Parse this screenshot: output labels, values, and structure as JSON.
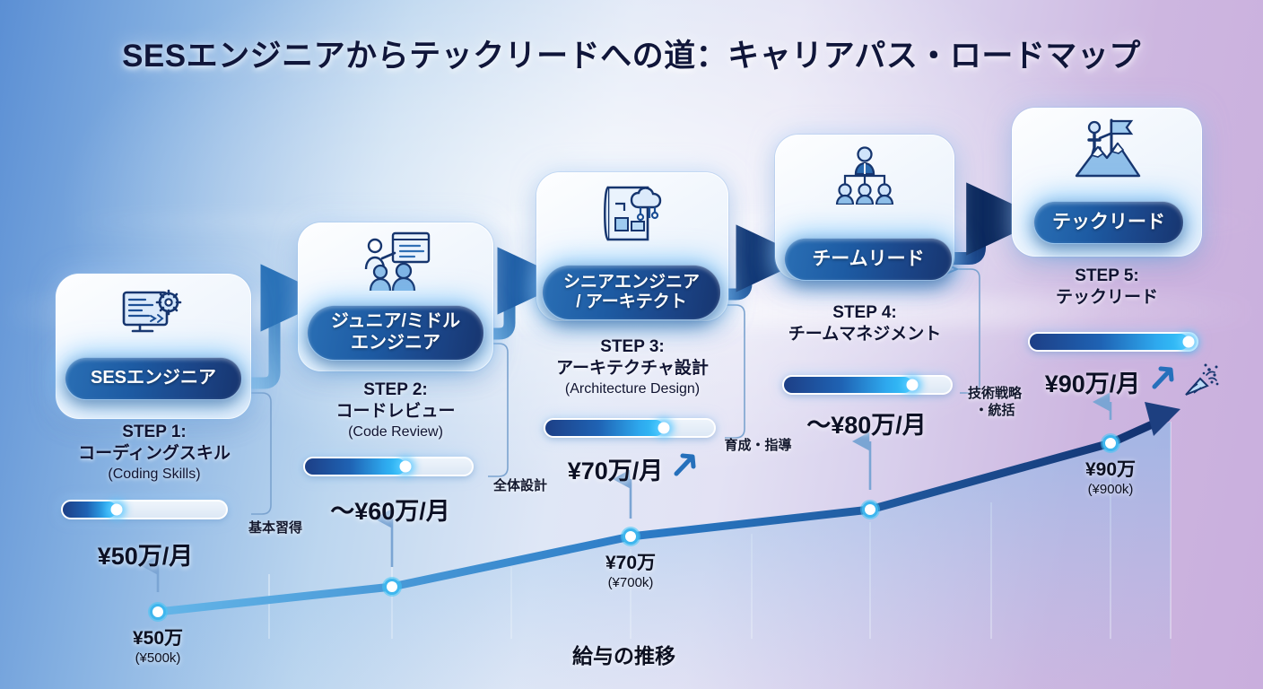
{
  "title": "SESエンジニアからテックリードへの道：キャリアパス・ロードマップ",
  "steps": [
    {
      "icon": "monitor-gear-icon",
      "pill": "SESエンジニア",
      "step_no": "STEP 1:",
      "name_ja": "コーディングスキル",
      "name_en": "(Coding Skills)",
      "progress": 33,
      "salary": "¥50万/月",
      "connector_note": "基本習得"
    },
    {
      "icon": "presentation-people-icon",
      "pill": "ジュニア/ミドル\nエンジニア",
      "step_no": "STEP 2:",
      "name_ja": "コードレビュー",
      "name_en": "(Code Review)",
      "progress": 60,
      "salary": "〜¥60万/月",
      "connector_note": "全体設計"
    },
    {
      "icon": "blueprint-cloud-icon",
      "pill": "シニアエンジニア\n/ アーキテクト",
      "step_no": "STEP 3:",
      "name_ja": "アーキテクチャ設計",
      "name_en": "(Architecture Design)",
      "progress": 70,
      "salary": "¥70万/月",
      "connector_note": "育成・指導"
    },
    {
      "icon": "team-org-icon",
      "pill": "チームリード",
      "step_no": "STEP 4:",
      "name_ja": "チームマネジメント",
      "name_en": "",
      "progress": 77,
      "salary": "〜¥80万/月",
      "connector_note": "技術戦略\n・統括"
    },
    {
      "icon": "mountain-flag-icon",
      "pill": "テックリード",
      "step_no": "STEP 5:",
      "name_ja": "テックリード",
      "name_en": "",
      "progress": 95,
      "salary": "¥90万/月",
      "connector_note": ""
    }
  ],
  "chart_data": {
    "type": "line",
    "title": "給与の推移",
    "categories": [
      "STEP 1",
      "STEP 2",
      "STEP 3",
      "STEP 4",
      "STEP 5"
    ],
    "values": [
      500000,
      600000,
      700000,
      800000,
      900000
    ],
    "point_labels": [
      {
        "main": "¥50万",
        "sub": "(¥500k)"
      },
      {
        "main": "",
        "sub": ""
      },
      {
        "main": "¥70万",
        "sub": "(¥700k)"
      },
      {
        "main": "",
        "sub": ""
      },
      {
        "main": "¥90万",
        "sub": "(¥900k)"
      }
    ],
    "xlabel": "",
    "ylabel": "",
    "grid": true,
    "legend": "none"
  },
  "colors": {
    "accent_dark": "#17356f",
    "accent": "#1d5ba3",
    "accent_cyan": "#35c6fb",
    "text": "#0b0f20",
    "bg_left": "#5b8fd4",
    "bg_right": "#c9aedd"
  },
  "decor": {
    "celebrate_icon": "party-popper-icon",
    "rise_arrow_icon": "rising-arrow-icon"
  }
}
